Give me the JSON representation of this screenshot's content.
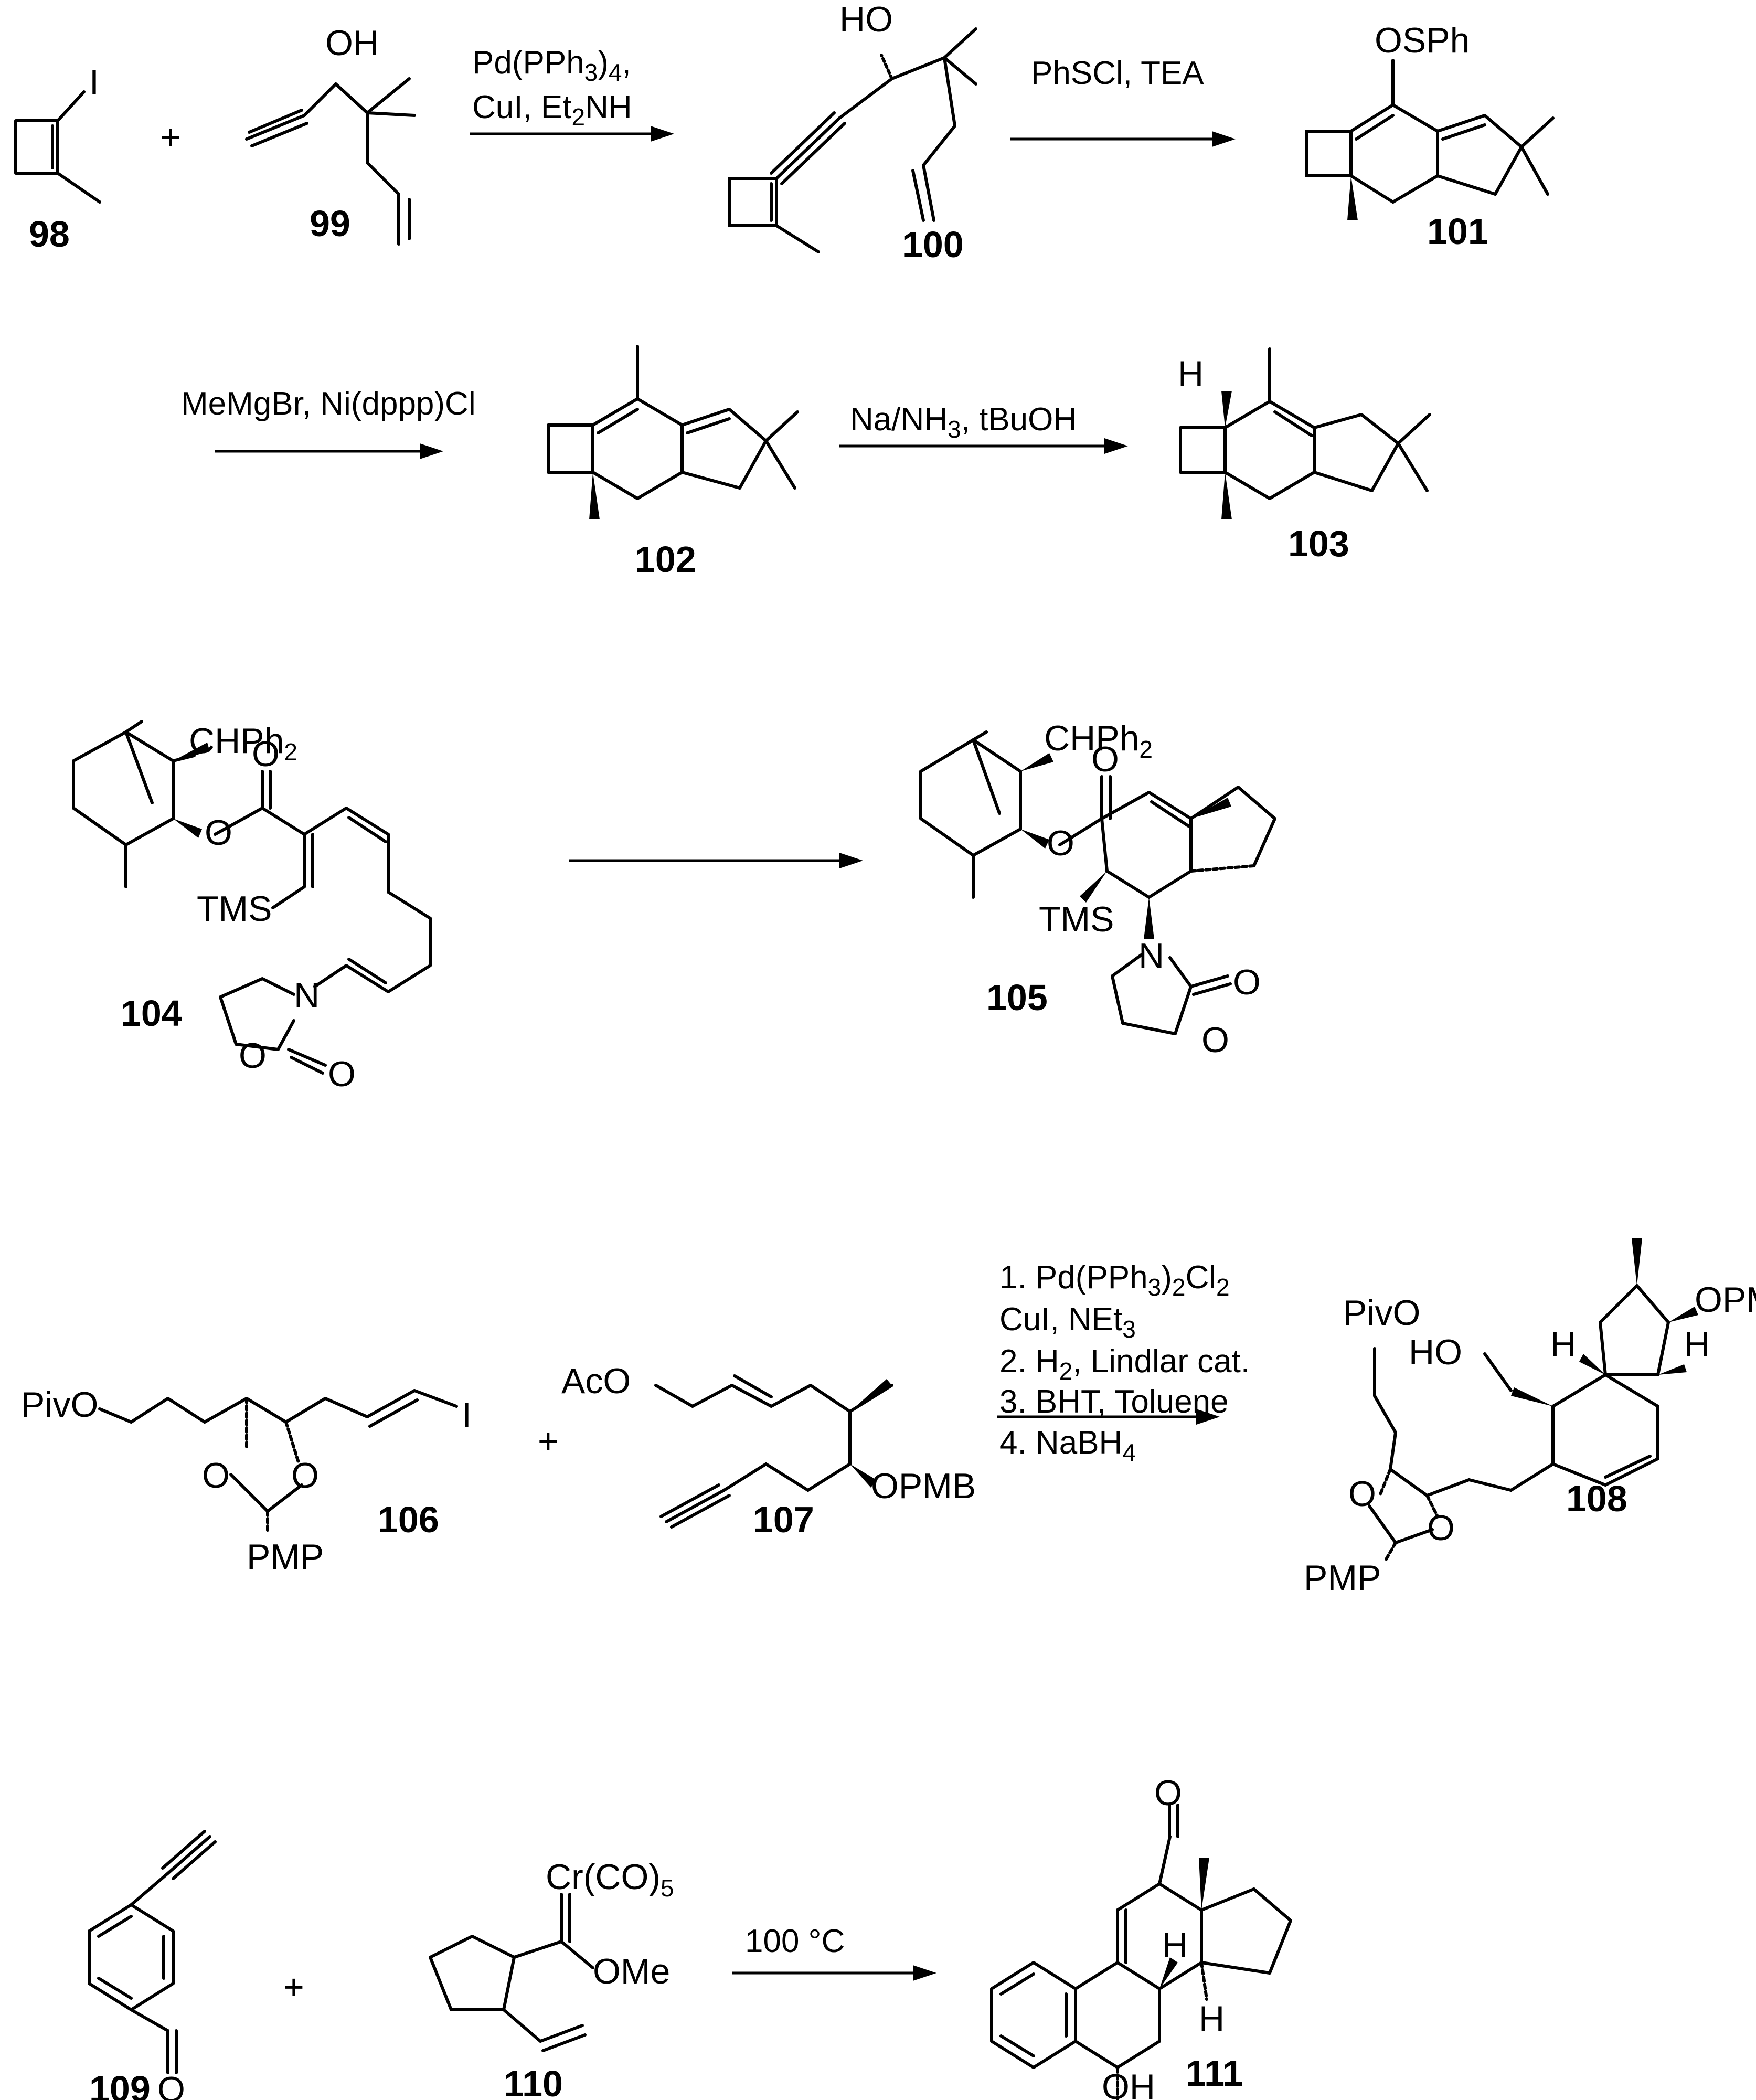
{
  "compounds": {
    "c98": "98",
    "c99": "99",
    "c100": "100",
    "c101": "101",
    "c102": "102",
    "c103": "103",
    "c104": "104",
    "c105": "105",
    "c106": "106",
    "c107": "107",
    "c108": "108",
    "c109": "109",
    "c110": "110",
    "c111": "111"
  },
  "atoms": {
    "iodine": "I",
    "oh": "OH",
    "ho": "HO",
    "osph": "OSPh",
    "chph2": "CHPh",
    "chph2_sub": "2",
    "o": "O",
    "n": "N",
    "tms": "TMS",
    "pivo": "PivO",
    "aco": "AcO",
    "opmb": "OPMB",
    "pmp": "PMP",
    "h": "H",
    "ome": "OMe",
    "cr": "Cr(CO)",
    "cr_sub": "5"
  },
  "plus": "+",
  "conditions": {
    "r1_line1": "Pd(PPh",
    "r1_line1_sub": "3",
    "r1_line1_tail": ")",
    "r1_line1_sub2": "4",
    "r1_line1_end": ",",
    "r1_line2": "CuI, Et",
    "r1_line2_sub": "2",
    "r1_line2_end": "NH",
    "r2": "PhSCl, TEA",
    "r3": "MeMgBr, Ni(dppp)Cl",
    "r4": "Na/NH",
    "r4_sub": "3",
    "r4_end": ", tBuOH",
    "r6_1": "1. Pd(PPh",
    "r6_1_sub": "3",
    "r6_1_mid": ")",
    "r6_1_sub2": "2",
    "r6_1_end": "Cl",
    "r6_1_sub3": "2",
    "r6_2": "CuI, NEt",
    "r6_2_sub": "3",
    "r6_3": "2. H",
    "r6_3_sub": "2",
    "r6_3_end": ", Lindlar cat.",
    "r6_4": "3. BHT, Toluene",
    "r6_5": "4. NaBH",
    "r6_5_sub": "4",
    "r7": "100 °C"
  }
}
